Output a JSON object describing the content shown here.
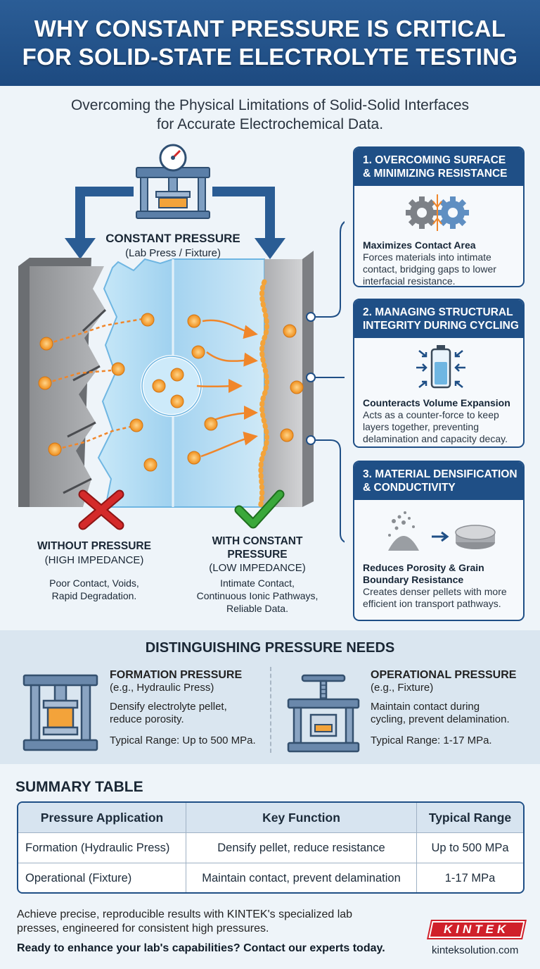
{
  "header": {
    "title_line1": "WHY CONSTANT PRESSURE IS CRITICAL",
    "title_line2": "FOR SOLID-STATE ELECTROLYTE TESTING"
  },
  "subtitle": {
    "line1": "Overcoming the Physical Limitations of Solid-Solid Interfaces",
    "line2": "for Accurate Electrochemical Data."
  },
  "diagram": {
    "press_title": "CONSTANT PRESSURE",
    "press_sub": "(Lab Press / Fixture)",
    "without": {
      "title": "WITHOUT PRESSURE",
      "sub": "(HIGH IMPEDANCE)",
      "desc1": "Poor Contact, Voids,",
      "desc2": "Rapid Degradation.",
      "icon": "red-x-icon"
    },
    "with": {
      "title1": "WITH CONSTANT",
      "title2": "PRESSURE",
      "sub": "(LOW IMPEDANCE)",
      "desc1": "Intimate Contact,",
      "desc2": "Continuous Ionic Pathways,",
      "desc3": "Reliable Data.",
      "icon": "green-check-icon"
    }
  },
  "callouts": [
    {
      "head1": "1. OVERCOMING SURFACE",
      "head2": "&  MINIMIZING RESISTANCE",
      "strong1": "Maximizes Contact Area",
      "strong2": "",
      "text": "Forces materials into intimate contact, bridging gaps to lower interfacial resistance.",
      "icon": "gears-icon"
    },
    {
      "head1": "2. MANAGING STRUCTURAL",
      "head2": "INTEGRITY DURING CYCLING",
      "strong1": "Counteracts Volume Expansion",
      "strong2": "",
      "text": "Acts as a counter-force to keep layers together, preventing delamination and capacity decay.",
      "icon": "battery-expansion-icon"
    },
    {
      "head1": "3. MATERIAL DENSIFICATION",
      "head2": "& CONDUCTIVITY",
      "strong1": "Reduces Porosity & Grain",
      "strong2": "Boundary Resistance",
      "text": "Creates denser pellets with more efficient ion transport pathways.",
      "icon": "powder-to-pellet-icon"
    }
  ],
  "needs": {
    "title": "DISTINGUISHING PRESSURE NEEDS",
    "formation": {
      "title": "FORMATION PRESSURE",
      "sub": "(e.g., Hydraulic Press)",
      "desc1": "Densify electrolyte pellet,",
      "desc2": "reduce porosity.",
      "range": "Typical Range: Up to 500 MPa."
    },
    "operational": {
      "title": "OPERATIONAL PRESSURE",
      "sub": "(e.g., Fixture)",
      "desc1": "Maintain contact during",
      "desc2": "cycling, prevent delamination.",
      "range": "Typical Range: 1-17 MPa."
    }
  },
  "summary": {
    "title": "SUMMARY TABLE",
    "headers": [
      "Pressure Application",
      "Key Function",
      "Typical Range"
    ],
    "rows": [
      [
        "Formation (Hydraulic Press)",
        "Densify pellet, reduce resistance",
        "Up to 500 MPa"
      ],
      [
        "Operational (Fixture)",
        "Maintain contact, prevent delamination",
        "1-17 MPa"
      ]
    ]
  },
  "footer": {
    "line1": "Achieve precise, reproducible results with KINTEK's specialized lab",
    "line2": "presses, engineered for consistent high pressures.",
    "cta": "Ready to enhance your lab's capabilities? Contact our experts today.",
    "logo": "KINTEK",
    "site": "kinteksolution.com"
  },
  "colors": {
    "navy": "#1f4f86",
    "orange": "#f0a030",
    "ion": "#f39a2c",
    "electrolyte": "#a9d8f1",
    "error_red": "#d42a2a",
    "ok_green": "#3aa83a"
  }
}
